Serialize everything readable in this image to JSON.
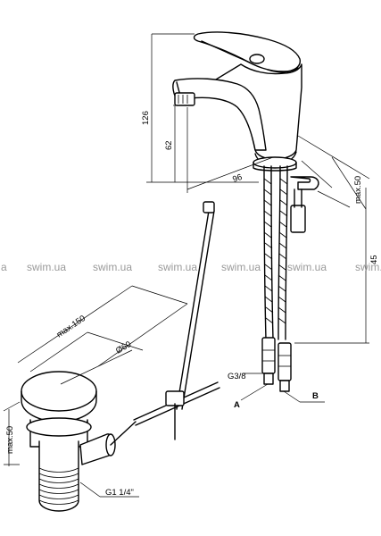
{
  "watermark": {
    "items": [
      "a",
      "swim.ua",
      "swim.ua",
      "swim.ua",
      "swim.ua",
      "swim.ua",
      "swim.ua"
    ],
    "color": "#9a9a9a"
  },
  "dimensions": {
    "height_total": "126",
    "spout_height": "62",
    "reach": "96",
    "clamp": "max.50",
    "hose": "45",
    "waste_reach": "max.150",
    "waste_diameter": "Ø60",
    "waste_thickness": "max.50",
    "hose_thread": "G3/8",
    "waste_thread": "G1 1/4\""
  },
  "callouts": {
    "a": "A",
    "b": "B"
  }
}
